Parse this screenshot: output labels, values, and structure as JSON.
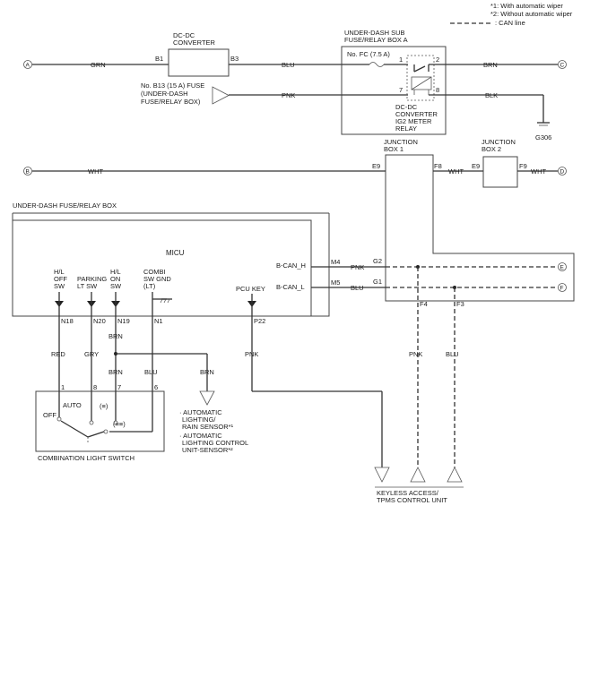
{
  "legend": {
    "note1": "*1: With automatic wiper",
    "note2": "*2: Without automatic wiper",
    "can_line": ": CAN line"
  },
  "connectors": {
    "A": "A",
    "B": "B",
    "C": "C",
    "D": "D",
    "E": "E",
    "F": "F"
  },
  "dcdc_converter": {
    "line1": "DC-DC",
    "line2": "CONVERTER",
    "pin_b1": "B1",
    "pin_b3": "B3"
  },
  "wires": {
    "grn": "GRN",
    "blu_top": "BLU",
    "pnk_top": "PNK",
    "brn_right": "BRN",
    "blk": "BLK",
    "wht_left": "WHT",
    "wht_mid": "WHT",
    "wht_right": "WHT",
    "pnk_can": "PNK",
    "blu_can": "BLU",
    "red": "RED",
    "gry": "GRY",
    "brn_n19": "BRN",
    "brn_7": "BRN",
    "blu_6": "BLU",
    "brn_sensor": "BRN",
    "pnk_p22": "PNK",
    "pnk_f4": "PNK",
    "blu_f3": "BLU"
  },
  "fuse_b13": {
    "line1": "No. B13 (15 A) FUSE",
    "line2": "(UNDER-DASH",
    "line3": "FUSE/RELAY BOX)"
  },
  "sub_box": {
    "line1": "UNDER-DASH SUB",
    "line2": "FUSE/RELAY BOX A",
    "fuse": "No. FC (7.5 A)",
    "pin1": "1",
    "pin2": "2",
    "pin7": "7",
    "pin8": "8",
    "relay1": "DC-DC",
    "relay2": "CONVERTER",
    "relay3": "IG2 METER",
    "relay4": "RELAY"
  },
  "ground_label": "G306",
  "junction1": {
    "line1": "JUNCTION",
    "line2": "BOX 1",
    "e9": "E9",
    "f8": "F8",
    "g2": "G2",
    "g1": "G1",
    "f4": "F4",
    "f3": "F3"
  },
  "junction2": {
    "line1": "JUNCTION",
    "line2": "BOX 2",
    "e9": "E9",
    "f9": "F9"
  },
  "micu": {
    "box_title": "UNDER-DASH FUSE/RELAY BOX",
    "title": "MICU",
    "hl_off": [
      "H/L",
      "OFF",
      "SW"
    ],
    "parking": [
      "PARKING",
      "LT SW"
    ],
    "hl_on": [
      "H/L",
      "ON",
      "SW"
    ],
    "combi": [
      "COMBI",
      "SW GND",
      "(LT)"
    ],
    "pcu_key": "PCU KEY",
    "bcan_h": "B-CAN_H",
    "bcan_l": "B-CAN_L",
    "m4": "M4",
    "m5": "M5",
    "n18": "N18",
    "n20": "N20",
    "n19": "N19",
    "n1": "N1",
    "p22": "P22"
  },
  "switch": {
    "label": "COMBINATION LIGHT SWITCH",
    "pin1": "1",
    "pin8": "8",
    "pin7": "7",
    "pin6": "6",
    "off": "OFF",
    "auto": "AUTO",
    "p1": "(≡)",
    "p2": "(≡≡)"
  },
  "auto_sensor": {
    "line1": "· AUTOMATIC",
    "line2": "LIGHTING/",
    "line3": "RAIN SENSOR*¹",
    "line4": "· AUTOMATIC",
    "line5": "LIGHTING CONTROL",
    "line6": "UNIT-SENSOR*²"
  },
  "keyless": {
    "line1": "KEYLESS ACCESS/",
    "line2": "TPMS CONTROL UNIT"
  }
}
